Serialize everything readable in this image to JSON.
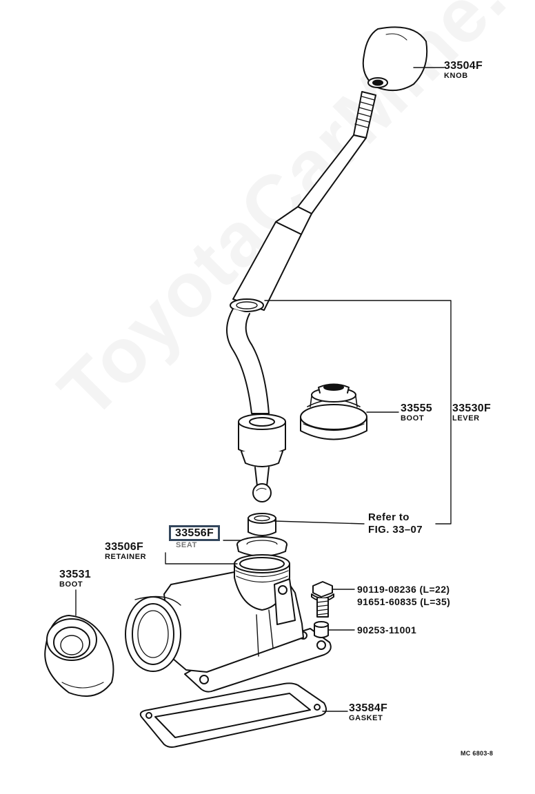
{
  "watermark": "ToyotaCarMine.ru",
  "figure_code": "MC 6803-8",
  "refer_to": {
    "line1": "Refer to",
    "line2": "FIG. 33–07"
  },
  "parts": {
    "knob": {
      "number": "33504F",
      "name": "KNOB"
    },
    "boot_top": {
      "number": "33555",
      "name": "BOOT"
    },
    "lever": {
      "number": "33530F",
      "name": "LEVER"
    },
    "seat": {
      "number": "33556F",
      "name": "SEAT"
    },
    "retainer": {
      "number": "33506F",
      "name": "RETAINER"
    },
    "boot_side": {
      "number": "33531",
      "name": "BOOT"
    },
    "bolt_a": {
      "number": "90119-08236 (L=22)"
    },
    "bolt_b": {
      "number": "91651-60835 (L=35)"
    },
    "collar": {
      "number": "90253-11001"
    },
    "gasket": {
      "number": "33584F",
      "name": "GASKET"
    }
  },
  "highlight_color": "#33465c"
}
